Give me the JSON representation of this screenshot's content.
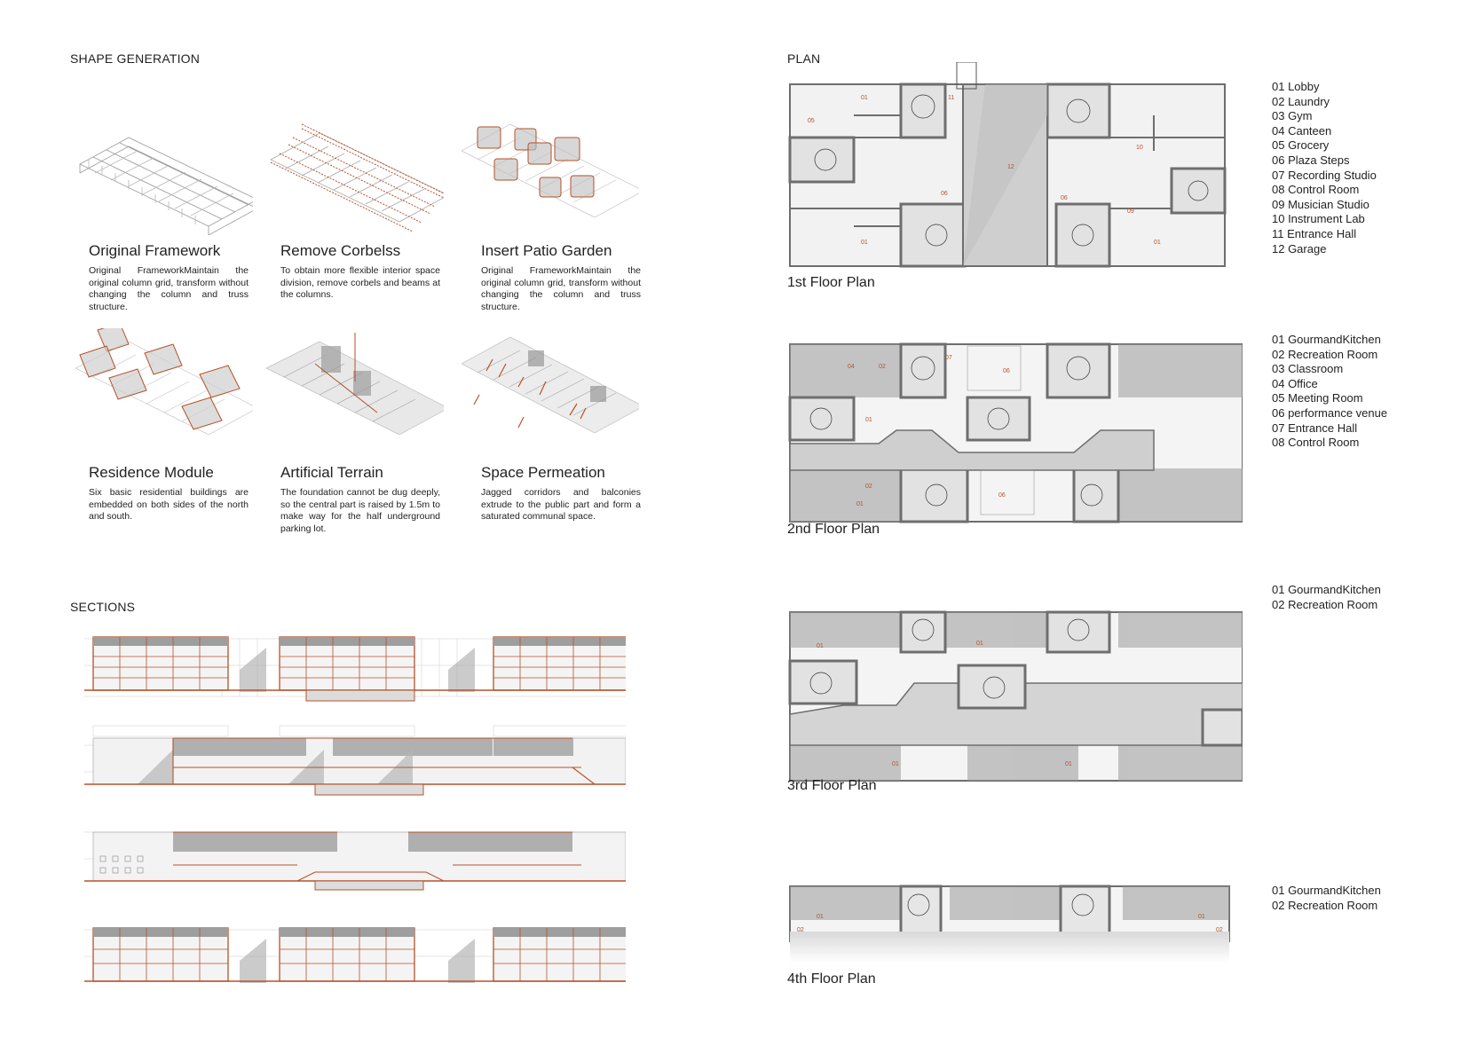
{
  "shape_generation": {
    "title": "SHAPE GENERATION",
    "steps": [
      {
        "title": "Original Framework",
        "description": "Original FrameworkMaintain the original column grid, transform without changing the column and truss structure."
      },
      {
        "title": "Remove Corbelss",
        "description": "To obtain more flexible interior space division, remove corbels and beams at the columns."
      },
      {
        "title": "Insert Patio Garden",
        "description": "Original FrameworkMaintain the original column grid, transform without changing the column and truss structure."
      },
      {
        "title": "Residence Module",
        "description": "Six basic residential buildings are embedded on both sides of the north and south."
      },
      {
        "title": "Artificial Terrain",
        "description": "The foundation cannot be dug deeply, so the central part is raised by 1.5m to make way for the half underground parking lot."
      },
      {
        "title": "Space Permeation",
        "description": "Jagged corridors and balconies extrude to the public part and form a saturated communal space."
      }
    ]
  },
  "sections": {
    "title": "SECTIONS"
  },
  "plan": {
    "title": "PLAN",
    "floors": [
      {
        "caption": "1st Floor Plan",
        "legend": [
          "01 Lobby",
          "02 Laundry",
          "03 Gym",
          "04 Canteen",
          "05 Grocery",
          "06 Plaza Steps",
          "07 Recording Studio",
          "08 Control Room",
          "09 Musician Studio",
          "10 Instrument Lab",
          "11 Entrance Hall",
          "12 Garage"
        ]
      },
      {
        "caption": "2nd Floor Plan",
        "legend": [
          "01 GourmandKitchen",
          "02 Recreation Room",
          "03 Classroom",
          "04 Office",
          "05 Meeting Room",
          "06 performance venue",
          "07 Entrance Hall",
          "08 Control Room"
        ]
      },
      {
        "caption": "3rd Floor Plan",
        "legend": [
          "01 GourmandKitchen",
          "02 Recreation Room"
        ]
      },
      {
        "caption": "4th Floor Plan",
        "legend": [
          "01 GourmandKitchen",
          "02 Recreation Room"
        ]
      }
    ]
  },
  "colors": {
    "accent": "#b5522a",
    "wall": "#6e6e6e",
    "floor": "#d8d8d8",
    "courtyard": "#e6e6e6",
    "text": "#222222"
  }
}
